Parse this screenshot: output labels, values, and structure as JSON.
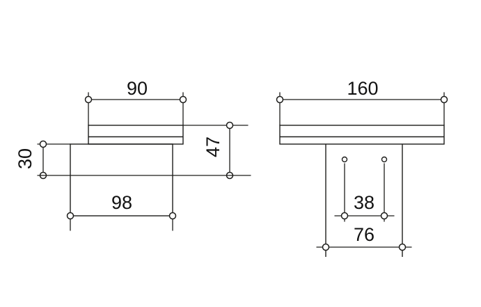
{
  "drawing": {
    "type": "technical-dimension-drawing",
    "colors": {
      "line": "#1d1d1b",
      "background": "#ffffff",
      "text": "#111111"
    },
    "left_view": {
      "dim_width_top": "90",
      "dim_width_bottom": "98",
      "dim_depth": "30",
      "dim_height": "47"
    },
    "right_view": {
      "dim_width_top": "160",
      "dim_hole_spacing": "38",
      "dim_bracket_width": "76"
    }
  }
}
